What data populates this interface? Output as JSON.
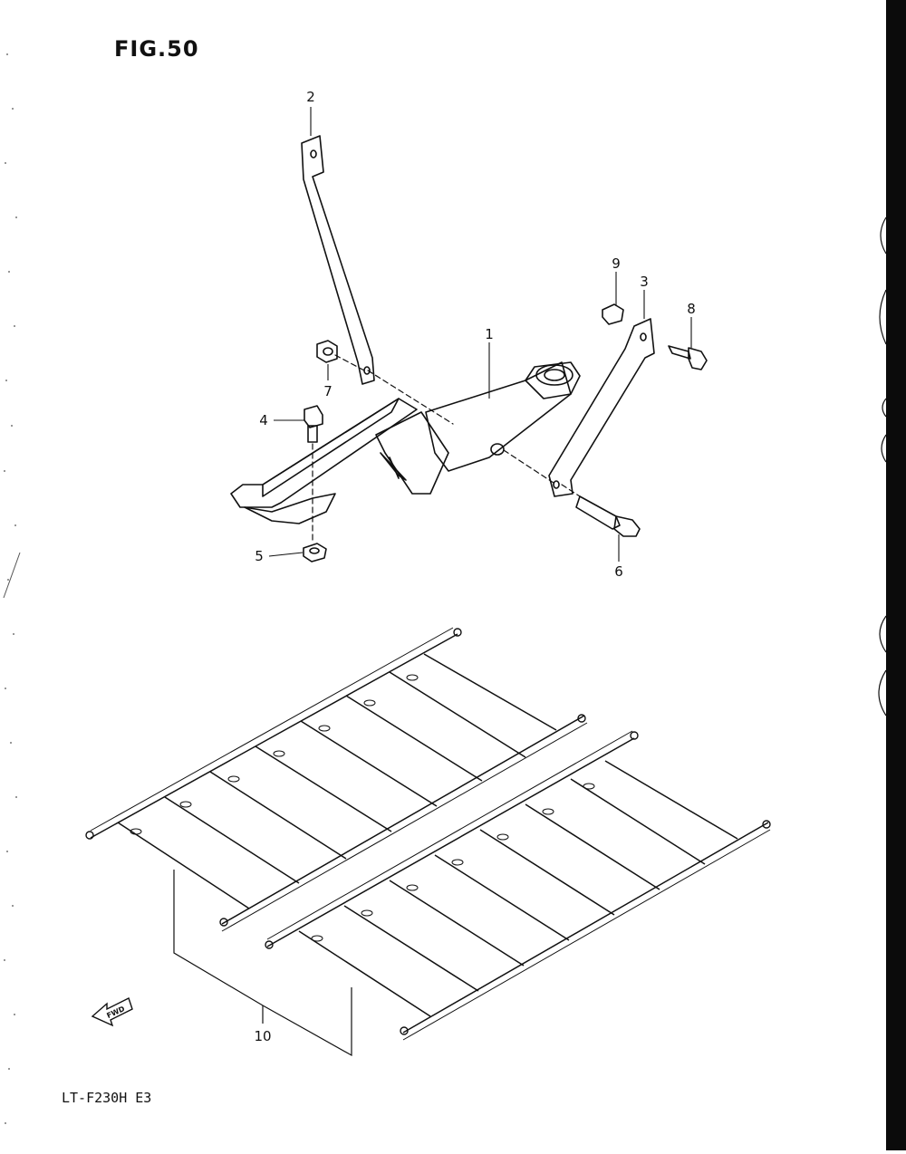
{
  "figure": {
    "title": "FIG.50",
    "model_code": "LT-F230H E3"
  },
  "callouts": [
    {
      "id": "1",
      "label": "1"
    },
    {
      "id": "2",
      "label": "2"
    },
    {
      "id": "3",
      "label": "3"
    },
    {
      "id": "4",
      "label": "4"
    },
    {
      "id": "5",
      "label": "5"
    },
    {
      "id": "6",
      "label": "6"
    },
    {
      "id": "7",
      "label": "7"
    },
    {
      "id": "8",
      "label": "8"
    },
    {
      "id": "9",
      "label": "9"
    },
    {
      "id": "10",
      "label": "10"
    }
  ],
  "direction_marker": {
    "label": "FWD",
    "icon": "forward-arrow-icon"
  },
  "colors": {
    "ink": "#111111",
    "paper": "#ffffff",
    "border": "#0b0b0b"
  }
}
